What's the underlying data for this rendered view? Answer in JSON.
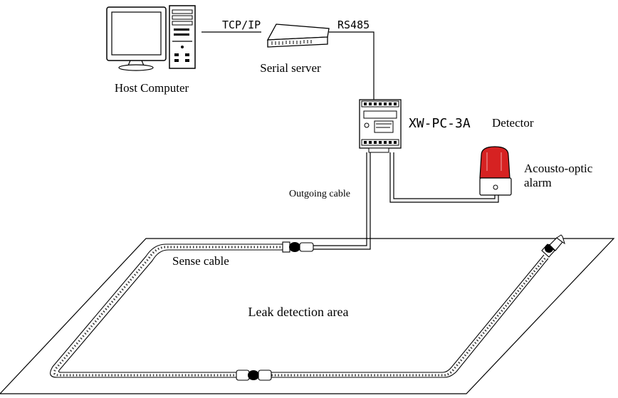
{
  "labels": {
    "host_computer": "Host Computer",
    "tcp_ip": "TCP/IP",
    "serial_server": "Serial server",
    "rs485": "RS485",
    "model": "XW-PC-3A",
    "detector": "Detector",
    "alarm_line1": "Acousto-optic",
    "alarm_line2": "alarm",
    "outgoing_cable": "Outgoing cable",
    "sense_cable": "Sense cable",
    "leak_area": "Leak detection area"
  },
  "colors": {
    "line": "#000000",
    "alarm_red": "#d62222",
    "background": "#ffffff"
  }
}
